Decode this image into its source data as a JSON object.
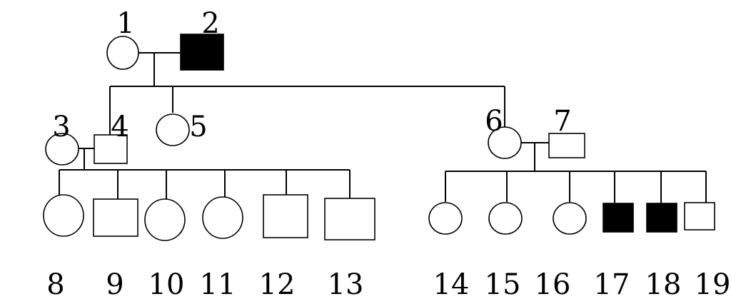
{
  "individuals": [
    {
      "id": "1",
      "sex": "female",
      "affected": false
    },
    {
      "id": "2",
      "sex": "male",
      "affected": true
    },
    {
      "id": "3",
      "sex": "female",
      "affected": false
    },
    {
      "id": "4",
      "sex": "male",
      "affected": false
    },
    {
      "id": "5",
      "sex": "female",
      "affected": false
    },
    {
      "id": "6",
      "sex": "female",
      "affected": false
    },
    {
      "id": "7",
      "sex": "male",
      "affected": false
    },
    {
      "id": "8",
      "sex": "female",
      "affected": false
    },
    {
      "id": "9",
      "sex": "male",
      "affected": false
    },
    {
      "id": "10",
      "sex": "female",
      "affected": false
    },
    {
      "id": "11",
      "sex": "female",
      "affected": false
    },
    {
      "id": "12",
      "sex": "male",
      "affected": false
    },
    {
      "id": "13",
      "sex": "male",
      "affected": false
    },
    {
      "id": "14",
      "sex": "female",
      "affected": false
    },
    {
      "id": "15",
      "sex": "female",
      "affected": false
    },
    {
      "id": "16",
      "sex": "female",
      "affected": false
    },
    {
      "id": "17",
      "sex": "male",
      "affected": true
    },
    {
      "id": "18",
      "sex": "male",
      "affected": true
    },
    {
      "id": "19",
      "sex": "male",
      "affected": false
    }
  ],
  "colors": {
    "affected_fill": "#000000",
    "unaffected_fill": "#ffffff",
    "line": "#000000"
  }
}
